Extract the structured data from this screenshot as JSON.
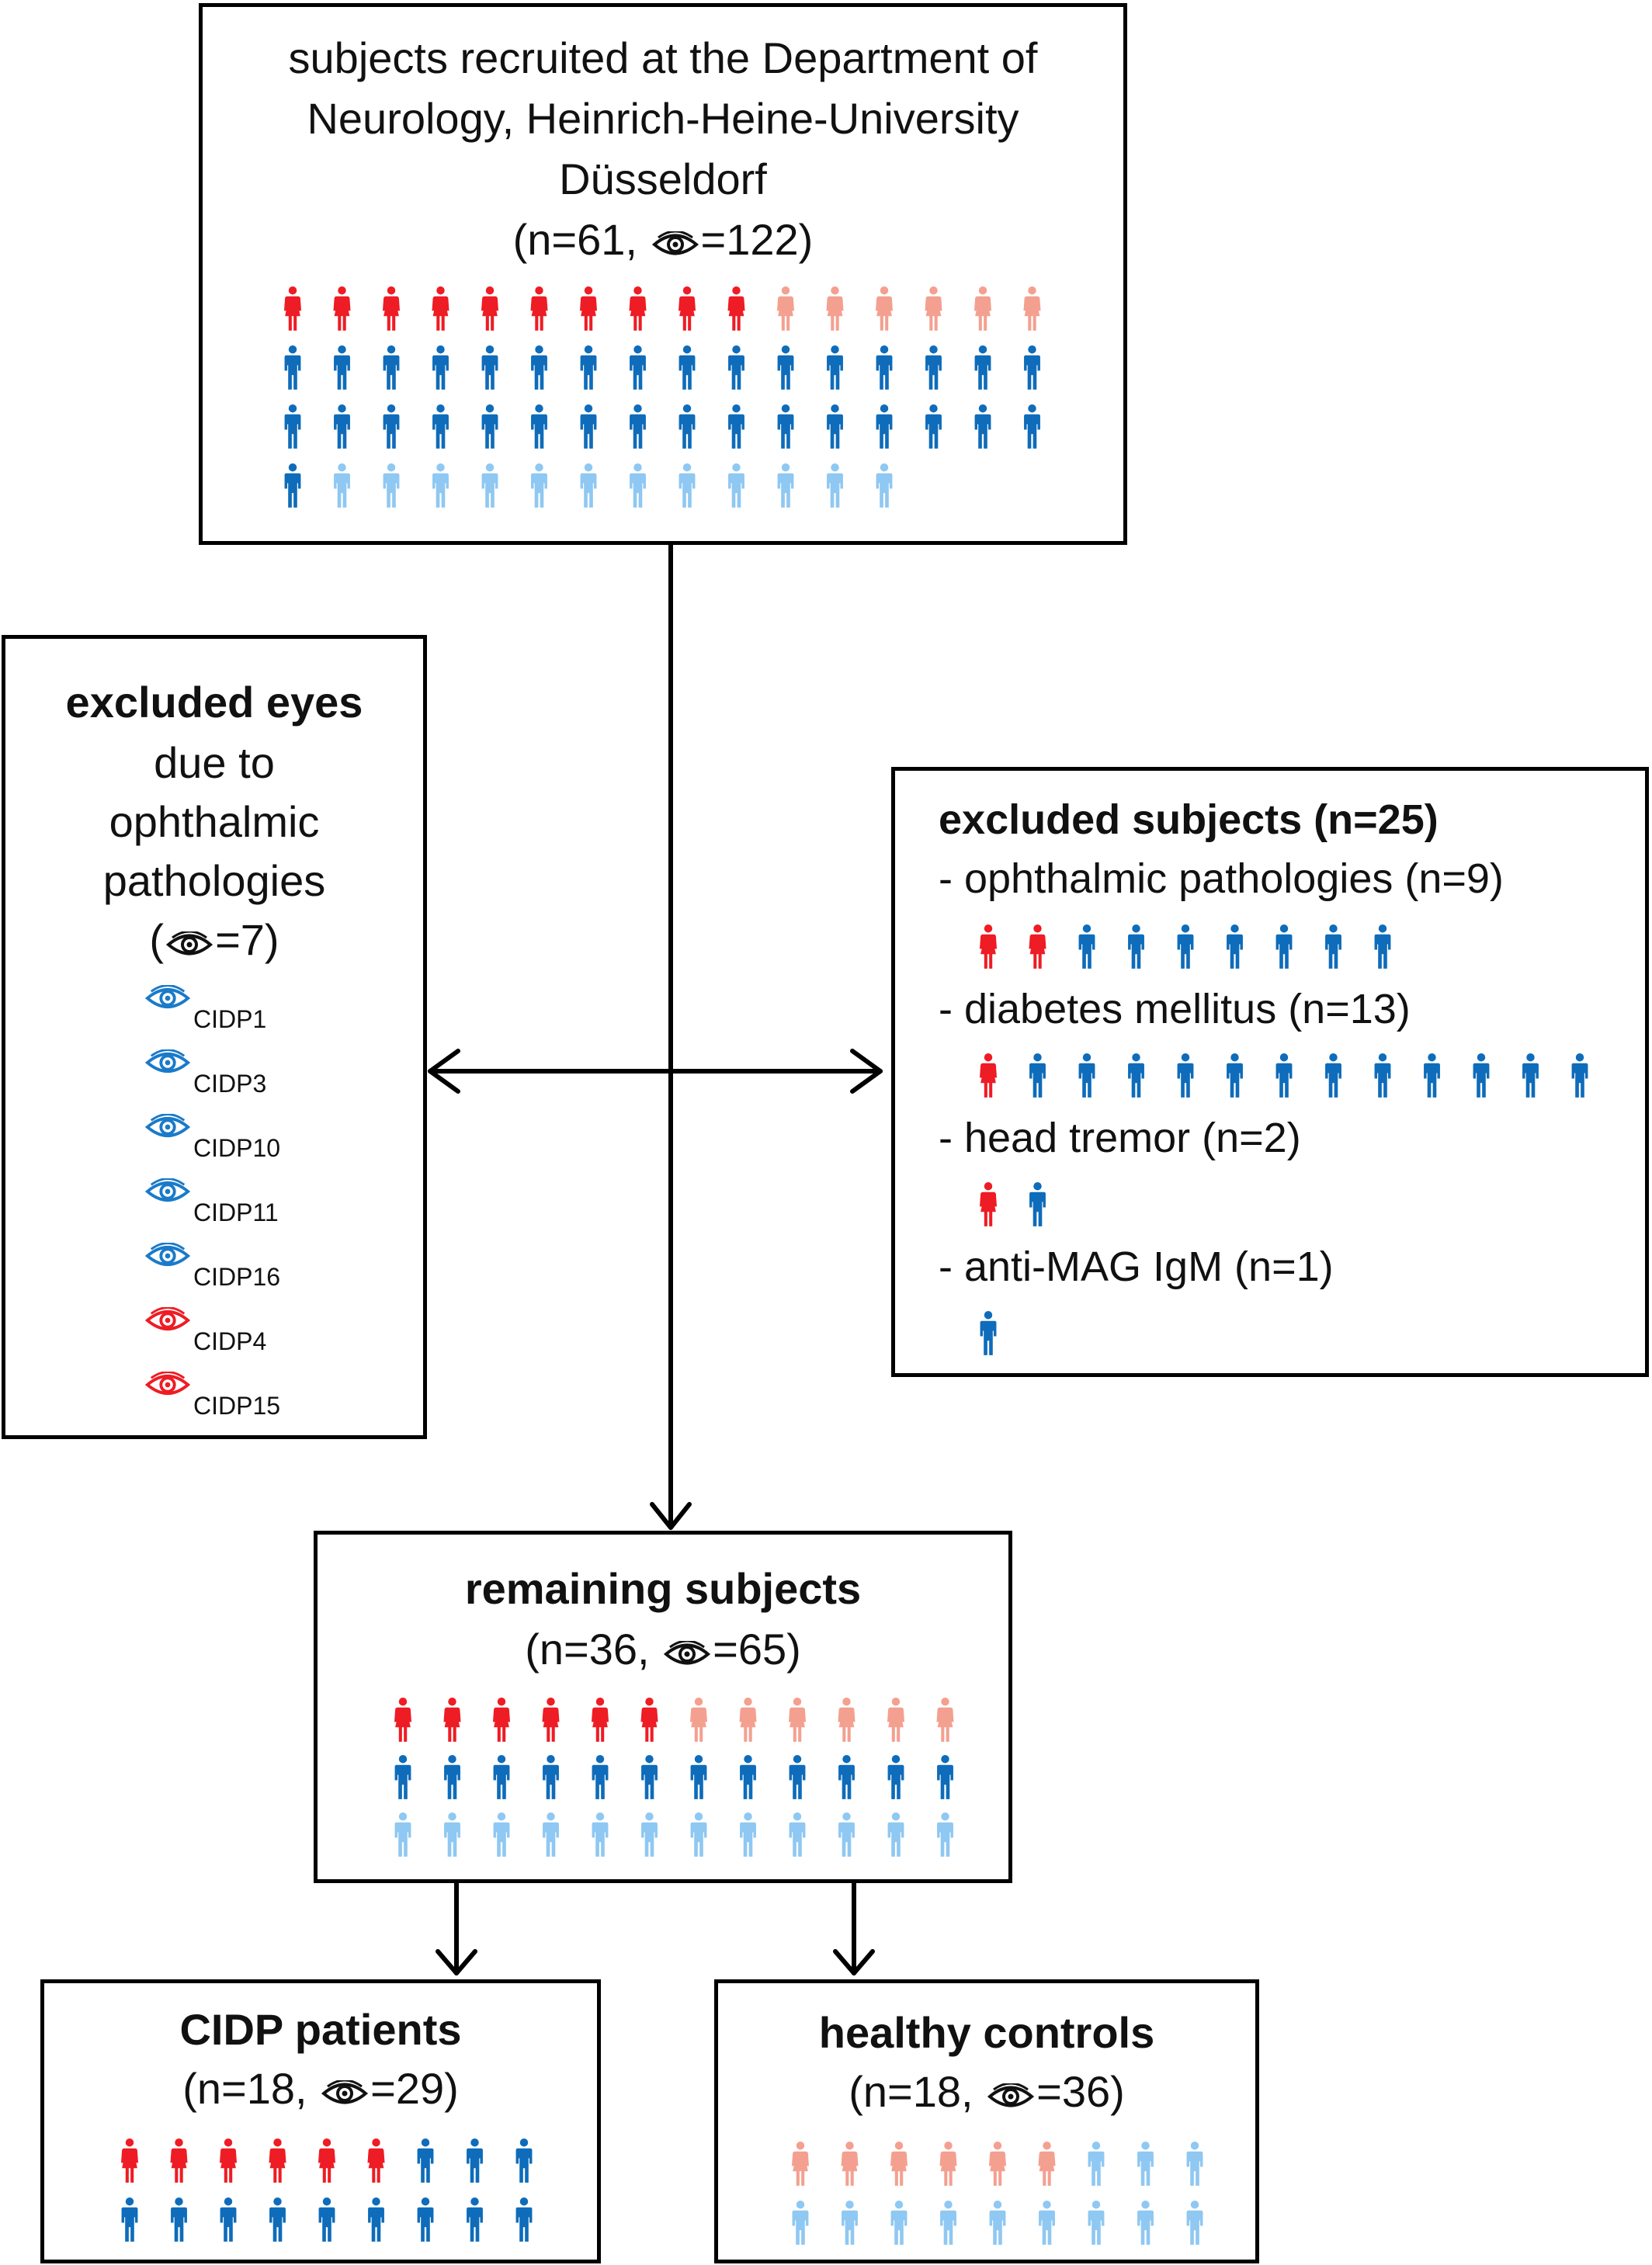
{
  "colors": {
    "cidp_female": "#ee1c24",
    "control_female": "#f4a090",
    "cidp_male": "#0e6cba",
    "control_male": "#8fc8f2",
    "eye_blue": "#1a7ac9",
    "eye_red": "#ee1c24"
  },
  "icons": {
    "person": "person-icon",
    "eye": "eye-icon",
    "arrow": "arrow-head-icon"
  },
  "recruited": {
    "line1": "subjects recruited at the Department of",
    "line2": "Neurology, Heinrich-Heine-University",
    "line3": "Düsseldorf",
    "count_prefix": "(n=61,",
    "count_suffix": "=122)",
    "rows": [
      {
        "cidp_female": 10,
        "control_female": 6
      },
      {
        "cidp_male": 16
      },
      {
        "cidp_male": 16
      },
      {
        "cidp_male": 1,
        "control_male": 12
      }
    ]
  },
  "excluded_eyes": {
    "title": "excluded eyes",
    "line2": "due to",
    "line3": "ophthalmic",
    "line4": "pathologies",
    "count_prefix": "(",
    "count_suffix": "=7)",
    "items": [
      {
        "label": "CIDP1",
        "color": "blue"
      },
      {
        "label": "CIDP3",
        "color": "blue"
      },
      {
        "label": "CIDP10",
        "color": "blue"
      },
      {
        "label": "CIDP11",
        "color": "blue"
      },
      {
        "label": "CIDP16",
        "color": "blue"
      },
      {
        "label": "CIDP4",
        "color": "red"
      },
      {
        "label": "CIDP15",
        "color": "red"
      }
    ]
  },
  "excluded_subjects": {
    "title": "excluded subjects (n=25)",
    "groups": [
      {
        "label": "- ophthalmic pathologies (n=9)",
        "cidp_female": 2,
        "cidp_male": 7
      },
      {
        "label": "- diabetes mellitus (n=13)",
        "cidp_female": 1,
        "cidp_male": 12
      },
      {
        "label": "- head tremor (n=2)",
        "cidp_female": 1,
        "cidp_male": 1
      },
      {
        "label": "- anti-MAG IgM (n=1)",
        "cidp_female": 0,
        "cidp_male": 1
      }
    ]
  },
  "remaining": {
    "title": "remaining subjects",
    "count_prefix": "(n=36,",
    "count_suffix": "=65)",
    "rows": [
      {
        "cidp_female": 6,
        "control_female": 6
      },
      {
        "cidp_male": 12
      },
      {
        "control_male": 12
      }
    ]
  },
  "cidp": {
    "title": "CIDP patients",
    "count_prefix": "(n=18,",
    "count_suffix": "=29)",
    "rows": [
      {
        "cidp_female": 6,
        "cidp_male": 3
      },
      {
        "cidp_male": 9
      }
    ]
  },
  "controls": {
    "title": "healthy controls",
    "count_prefix": "(n=18,",
    "count_suffix": "=36)",
    "rows": [
      {
        "control_female": 6,
        "control_male": 3
      },
      {
        "control_male": 9
      }
    ]
  }
}
